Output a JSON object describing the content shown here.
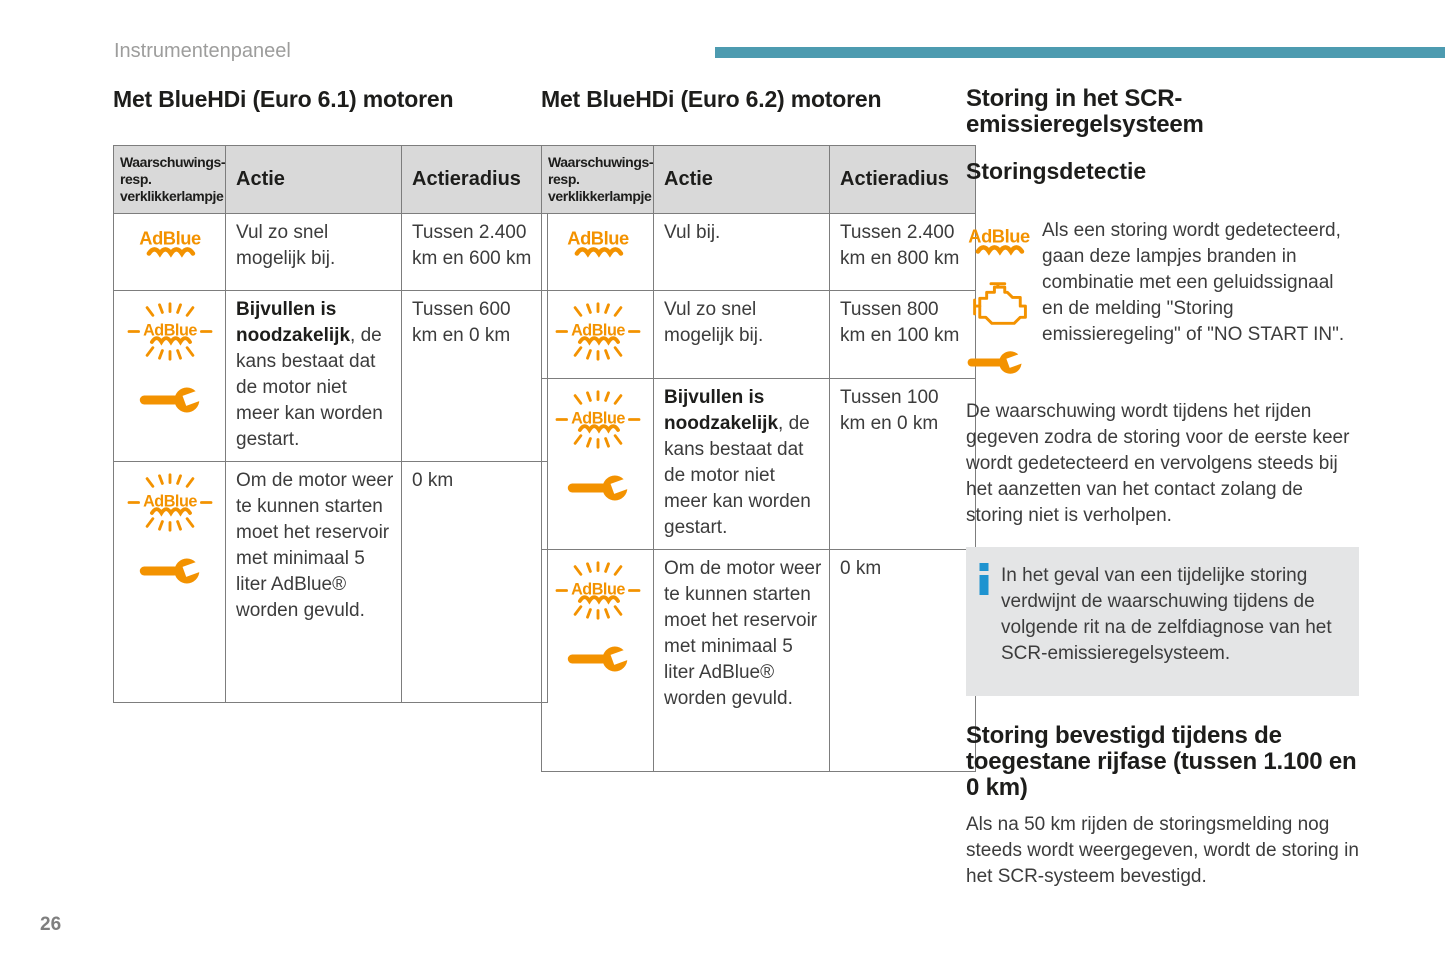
{
  "page": {
    "breadcrumb": "Instrumentenpaneel",
    "page_number": "26"
  },
  "colors": {
    "accent_bar": "#4d9bb0",
    "icon_orange": "#F39200",
    "info_blue": "#1e93d0",
    "table_header_bg": "#d9d9d9",
    "infobox_bg": "#e4e5e6"
  },
  "icons": {
    "adblue": "adblue-indicator-icon",
    "adblue_blinking": "adblue-blinking-indicator-icon",
    "wrench": "wrench-service-icon",
    "engine": "engine-malfunction-icon",
    "info": "info-icon"
  },
  "tables": [
    {
      "title": "Met BlueHDi (Euro 6.1) motoren",
      "headers": [
        "Waarschuwings- resp. verklikkerlampje",
        "Actie",
        "Actieradius"
      ],
      "rows": [
        {
          "icons": [
            "adblue-indicator-icon"
          ],
          "action_bold": "",
          "action": "Vul zo snel mogelijk bij.",
          "radius": "Tussen 2.400 km en 600 km"
        },
        {
          "icons": [
            "adblue-blinking-indicator-icon",
            "wrench-service-icon"
          ],
          "action_bold": "Bijvullen is noodzakelijk",
          "action": ", de kans bestaat dat de motor niet meer kan worden gestart.",
          "radius": "Tussen 600 km en 0 km"
        },
        {
          "icons": [
            "adblue-blinking-indicator-icon",
            "wrench-service-icon"
          ],
          "action_bold": "",
          "action": "Om de motor weer te kunnen starten moet het reservoir met minimaal 5 liter AdBlue® worden gevuld.",
          "radius": "0 km"
        }
      ]
    },
    {
      "title": "Met BlueHDi (Euro 6.2) motoren",
      "headers": [
        "Waarschuwings- resp. verklikkerlampje",
        "Actie",
        "Actieradius"
      ],
      "rows": [
        {
          "icons": [
            "adblue-indicator-icon"
          ],
          "action_bold": "",
          "action": "Vul bij.",
          "radius": "Tussen 2.400 km en 800 km"
        },
        {
          "icons": [
            "adblue-blinking-indicator-icon"
          ],
          "action_bold": "",
          "action": "Vul zo snel mogelijk bij.",
          "radius": "Tussen 800 km en 100 km"
        },
        {
          "icons": [
            "adblue-blinking-indicator-icon",
            "wrench-service-icon"
          ],
          "action_bold": "Bijvullen is noodzakelijk",
          "action": ", de kans bestaat dat de motor niet meer kan worden gestart.",
          "radius": "Tussen 100 km en 0 km"
        },
        {
          "icons": [
            "adblue-blinking-indicator-icon",
            "wrench-service-icon"
          ],
          "action_bold": "",
          "action": "Om de motor weer te kunnen starten moet het reservoir met minimaal 5 liter AdBlue® worden gevuld.",
          "radius": "0 km"
        }
      ]
    }
  ],
  "scr": {
    "title": "Storing in het SCR-emissieregelsysteem",
    "detection_title": "Storingsdetectie",
    "detection_icons": [
      "adblue-indicator-icon",
      "engine-malfunction-icon",
      "wrench-service-icon"
    ],
    "detection_text": "Als een storing wordt gedetecteerd, gaan deze lampjes branden in combinatie met een geluidssignaal en de melding \"Storing emissieregeling\" of \"NO START IN\".",
    "warning_text": "De waarschuwing wordt tijdens het rijden gegeven zodra de storing voor de eerste keer wordt gedetecteerd en vervolgens steeds bij het aanzetten van het contact zolang de storing niet is verholpen.",
    "info_text": "In het geval van een tijdelijke storing verdwijnt de waarschuwing tijdens de volgende rit na de zelfdiagnose van het SCR-emissieregelsysteem.",
    "confirmed_title": "Storing bevestigd tijdens de toegestane rijfase (tussen 1.100 en 0 km)",
    "confirmed_text": "Als na 50 km rijden de storingsmelding nog steeds wordt weergegeven, wordt de storing in het SCR-systeem bevestigd."
  }
}
